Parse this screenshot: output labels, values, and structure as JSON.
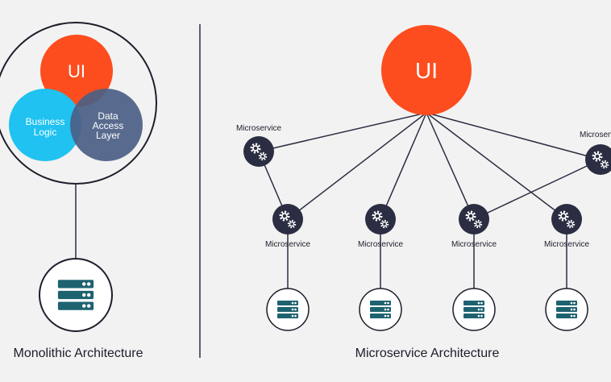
{
  "monolith": {
    "ui_label": "UI",
    "business_logic": [
      "Business",
      "Logic"
    ],
    "data_access": [
      "Data",
      "Access",
      "Layer"
    ],
    "caption": "Monolithic Architecture"
  },
  "microservice": {
    "ui_label": "UI",
    "caption": "Microservice Architecture",
    "service_labels": [
      "Microservice",
      "Microservice",
      "Microservice",
      "Microservice",
      "Microservice",
      "Microservice"
    ]
  },
  "colors": {
    "background": "#f2f2f2",
    "ui_orange": "#fd4d1f",
    "business_cyan": "#1fc2f0",
    "data_slate": "#4b5f86",
    "node_dark": "#2b2d42",
    "server_teal": "#1e6270",
    "line": "#2b2d42"
  },
  "icons": [
    "gears-icon",
    "server-icon"
  ]
}
